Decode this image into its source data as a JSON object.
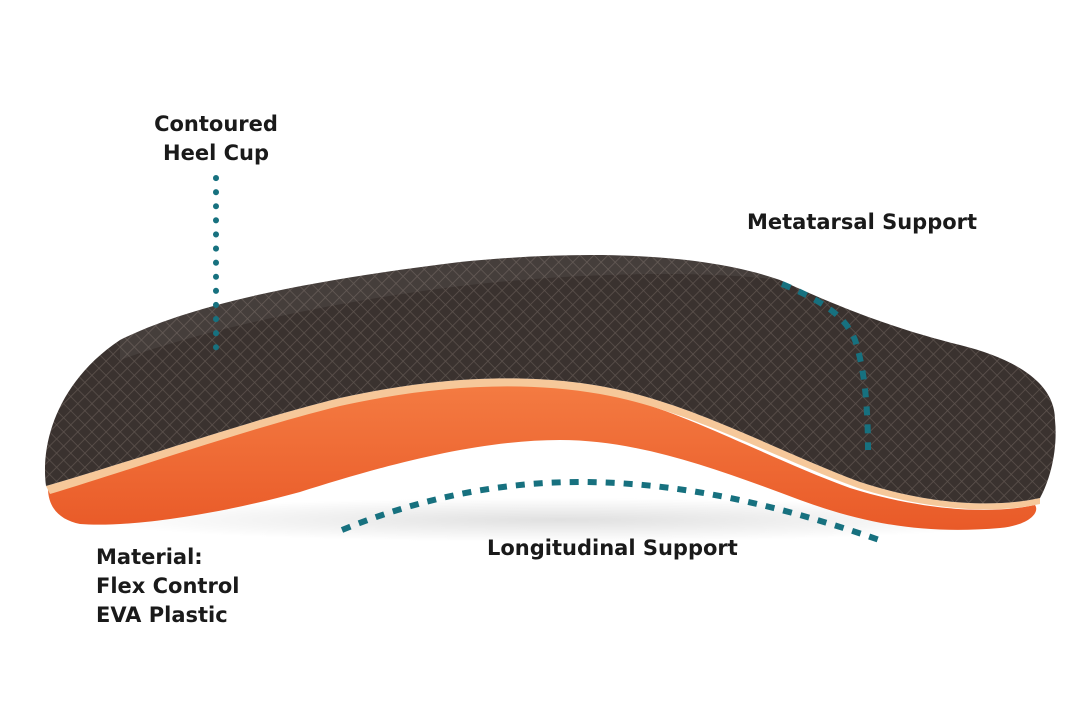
{
  "callouts": {
    "heel_cup": [
      "Contoured",
      "Heel Cup"
    ],
    "metatarsal": "Metatarsal Support",
    "longitudinal": "Longitudinal Support",
    "material": [
      "Material:",
      "Flex Control",
      "EVA Plastic"
    ]
  },
  "colors": {
    "dotted_line": "#17717f",
    "insole_top": "#3b3330",
    "shell": "#f06a35",
    "foam_edge": "#f6c89a"
  }
}
